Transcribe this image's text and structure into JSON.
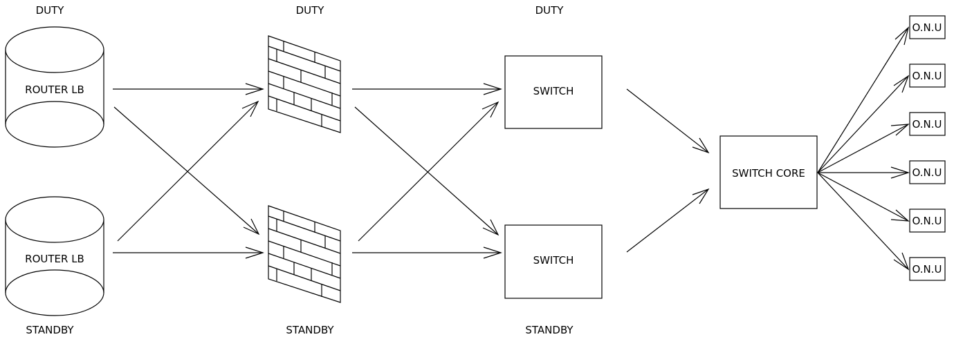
{
  "columns": {
    "routers": {
      "top_label": "DUTY",
      "bottom_label": "STANDBY"
    },
    "firewalls": {
      "top_label": "DUTY",
      "bottom_label": "STANDBY"
    },
    "switches": {
      "top_label": "DUTY",
      "bottom_label": "STANDBY"
    }
  },
  "nodes": {
    "router_duty": {
      "label": "ROUTER LB"
    },
    "router_standby": {
      "label": "ROUTER LB"
    },
    "switch_duty": {
      "label": "SWITCH"
    },
    "switch_standby": {
      "label": "SWITCH"
    },
    "switch_core": {
      "label": "SWITCH CORE"
    },
    "onus": [
      {
        "label": "O.N.U"
      },
      {
        "label": "O.N.U"
      },
      {
        "label": "O.N.U"
      },
      {
        "label": "O.N.U"
      },
      {
        "label": "O.N.U"
      },
      {
        "label": "O.N.U"
      }
    ]
  },
  "colors": {
    "stroke": "#000000",
    "background": "#ffffff"
  }
}
